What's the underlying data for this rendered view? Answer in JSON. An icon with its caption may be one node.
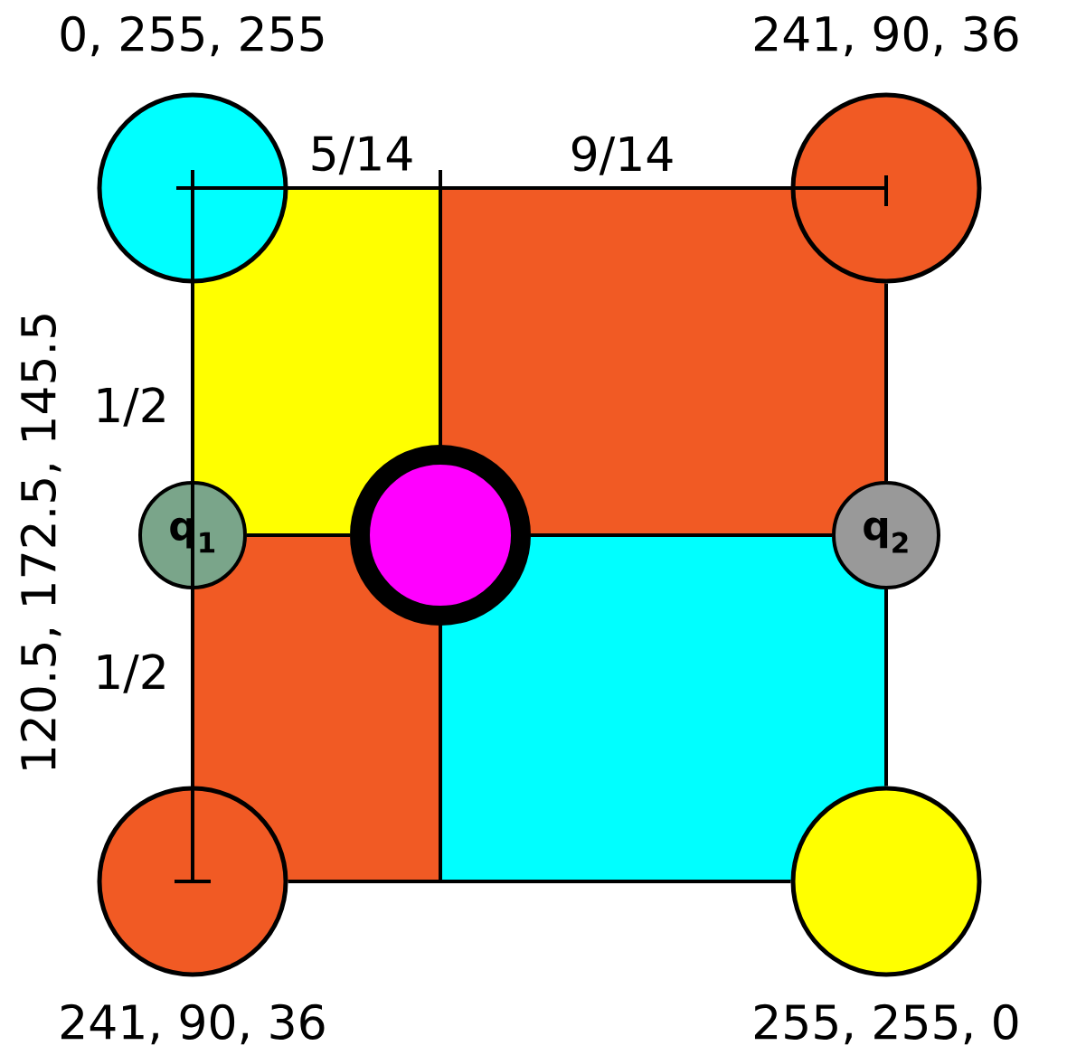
{
  "diagram": {
    "nodes": [
      {
        "text": [],
        "shape": "circle",
        "beside": [
          "0, 255, 255"
        ]
      },
      {
        "text": [],
        "shape": "circle",
        "beside": [
          "241, 90, 36"
        ]
      },
      {
        "text": [
          "q$_{1}$"
        ]
      },
      {
        "text": [],
        "shape": "circle"
      },
      {
        "text": [
          "q$_{2}$"
        ]
      },
      {
        "text": [],
        "shape": "circle",
        "beside": [
          "241, 90, 36"
        ]
      },
      {
        "text": [],
        "shape": "circle",
        "beside": [
          "255, 255, 0"
        ]
      },
      {
        "text": [],
        "shape": "box"
      },
      {
        "text": [],
        "shape": "box"
      },
      {
        "text": [],
        "shape": "box"
      },
      {
        "text": [],
        "shape": "box"
      }
    ],
    "edges": [
      {
        "from": 0,
        "to": 1,
        "arrow": "none"
      },
      {
        "from": 0,
        "to": 2,
        "arrow": "none"
      },
      {
        "from": 2,
        "to": 5,
        "arrow": "none"
      },
      {
        "from": 5,
        "to": 6,
        "arrow": "none"
      },
      {
        "from": 1,
        "to": 4,
        "arrow": "none"
      },
      {
        "from": 4,
        "to": 6,
        "arrow": "none"
      },
      {
        "from": 2,
        "to": 3,
        "arrow": "none"
      },
      {
        "from": 3,
        "to": 4,
        "arrow": "none"
      }
    ],
    "labels": [
      "5/14",
      "9/14",
      "1/2",
      "1/2",
      "120.5, 172.5, 145.5"
    ]
  }
}
